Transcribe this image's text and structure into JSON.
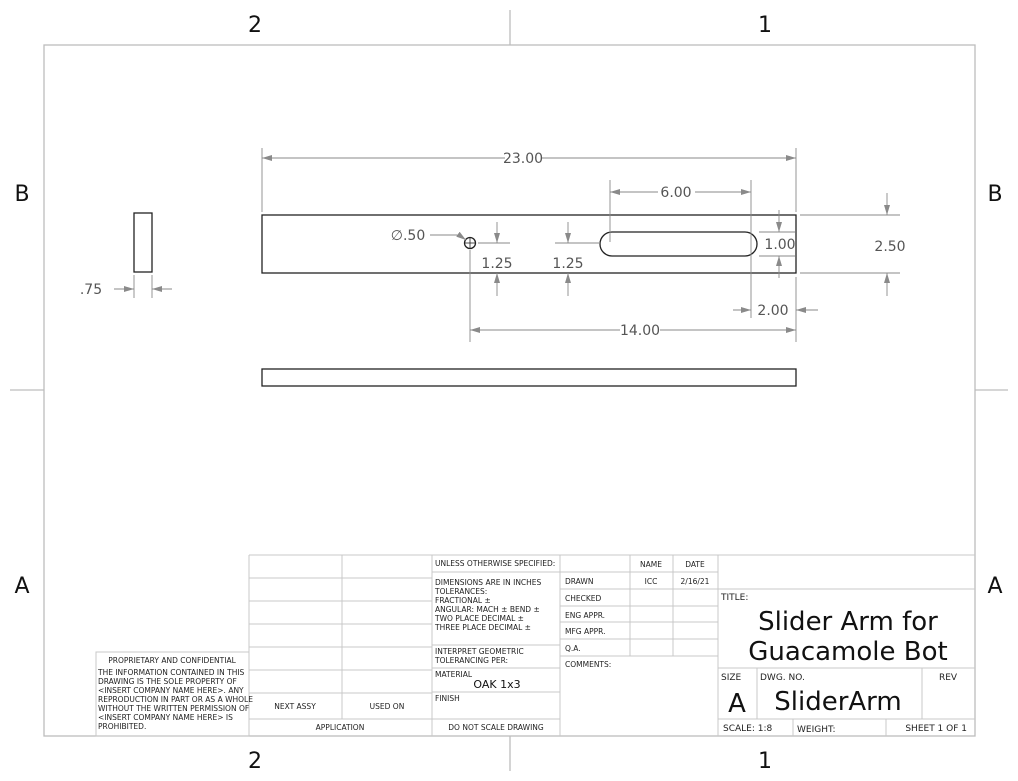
{
  "zones": {
    "col_left": "2",
    "col_right": "1",
    "row_top": "B",
    "row_bottom": "A"
  },
  "dimensions": {
    "overall_length": "23.00",
    "slot_length": "6.00",
    "slot_width": "1.00",
    "overall_width": "2.50",
    "hole_diameter": "∅.50",
    "hole_offset_y": "1.25",
    "slot_offset_y": "1.25",
    "slot_end_offset": "2.00",
    "hole_to_end": "14.00",
    "thickness": ".75"
  },
  "title_block": {
    "proprietary_heading": "PROPRIETARY AND CONFIDENTIAL",
    "proprietary_lines": [
      "THE INFORMATION CONTAINED IN THIS",
      "DRAWING IS THE SOLE PROPERTY OF",
      "<INSERT COMPANY NAME HERE>.  ANY",
      "REPRODUCTION IN PART OR AS A WHOLE",
      "WITHOUT THE WRITTEN PERMISSION OF",
      "<INSERT COMPANY NAME HERE> IS",
      "PROHIBITED."
    ],
    "next_assy": "NEXT ASSY",
    "used_on": "USED ON",
    "application": "APPLICATION",
    "unless": "UNLESS OTHERWISE SPECIFIED:",
    "tolerance_lines": [
      "DIMENSIONS ARE IN INCHES",
      "TOLERANCES:",
      "FRACTIONAL ±",
      "ANGULAR: MACH ±    BEND ±",
      "TWO PLACE DECIMAL    ±",
      "THREE PLACE DECIMAL  ±"
    ],
    "interpret": [
      "INTERPRET GEOMETRIC",
      "TOLERANCING PER:"
    ],
    "material_label": "MATERIAL",
    "material": "OAK 1x3",
    "finish_label": "FINISH",
    "do_not_scale": "DO NOT SCALE DRAWING",
    "name_header": "NAME",
    "date_header": "DATE",
    "rows": [
      {
        "label": "DRAWN",
        "name": "ICC",
        "date": "2/16/21"
      },
      {
        "label": "CHECKED",
        "name": "",
        "date": ""
      },
      {
        "label": "ENG APPR.",
        "name": "",
        "date": ""
      },
      {
        "label": "MFG APPR.",
        "name": "",
        "date": ""
      },
      {
        "label": "Q.A.",
        "name": "",
        "date": ""
      }
    ],
    "comments": "COMMENTS:",
    "title_label": "TITLE:",
    "title_line1": "Slider Arm for",
    "title_line2": "Guacamole Bot",
    "size_label": "SIZE",
    "size": "A",
    "dwg_no_label": "DWG.  NO.",
    "dwg_no": "SliderArm",
    "rev_label": "REV",
    "scale": "SCALE: 1:8",
    "weight": "WEIGHT:",
    "sheet": "SHEET 1 OF 1"
  }
}
